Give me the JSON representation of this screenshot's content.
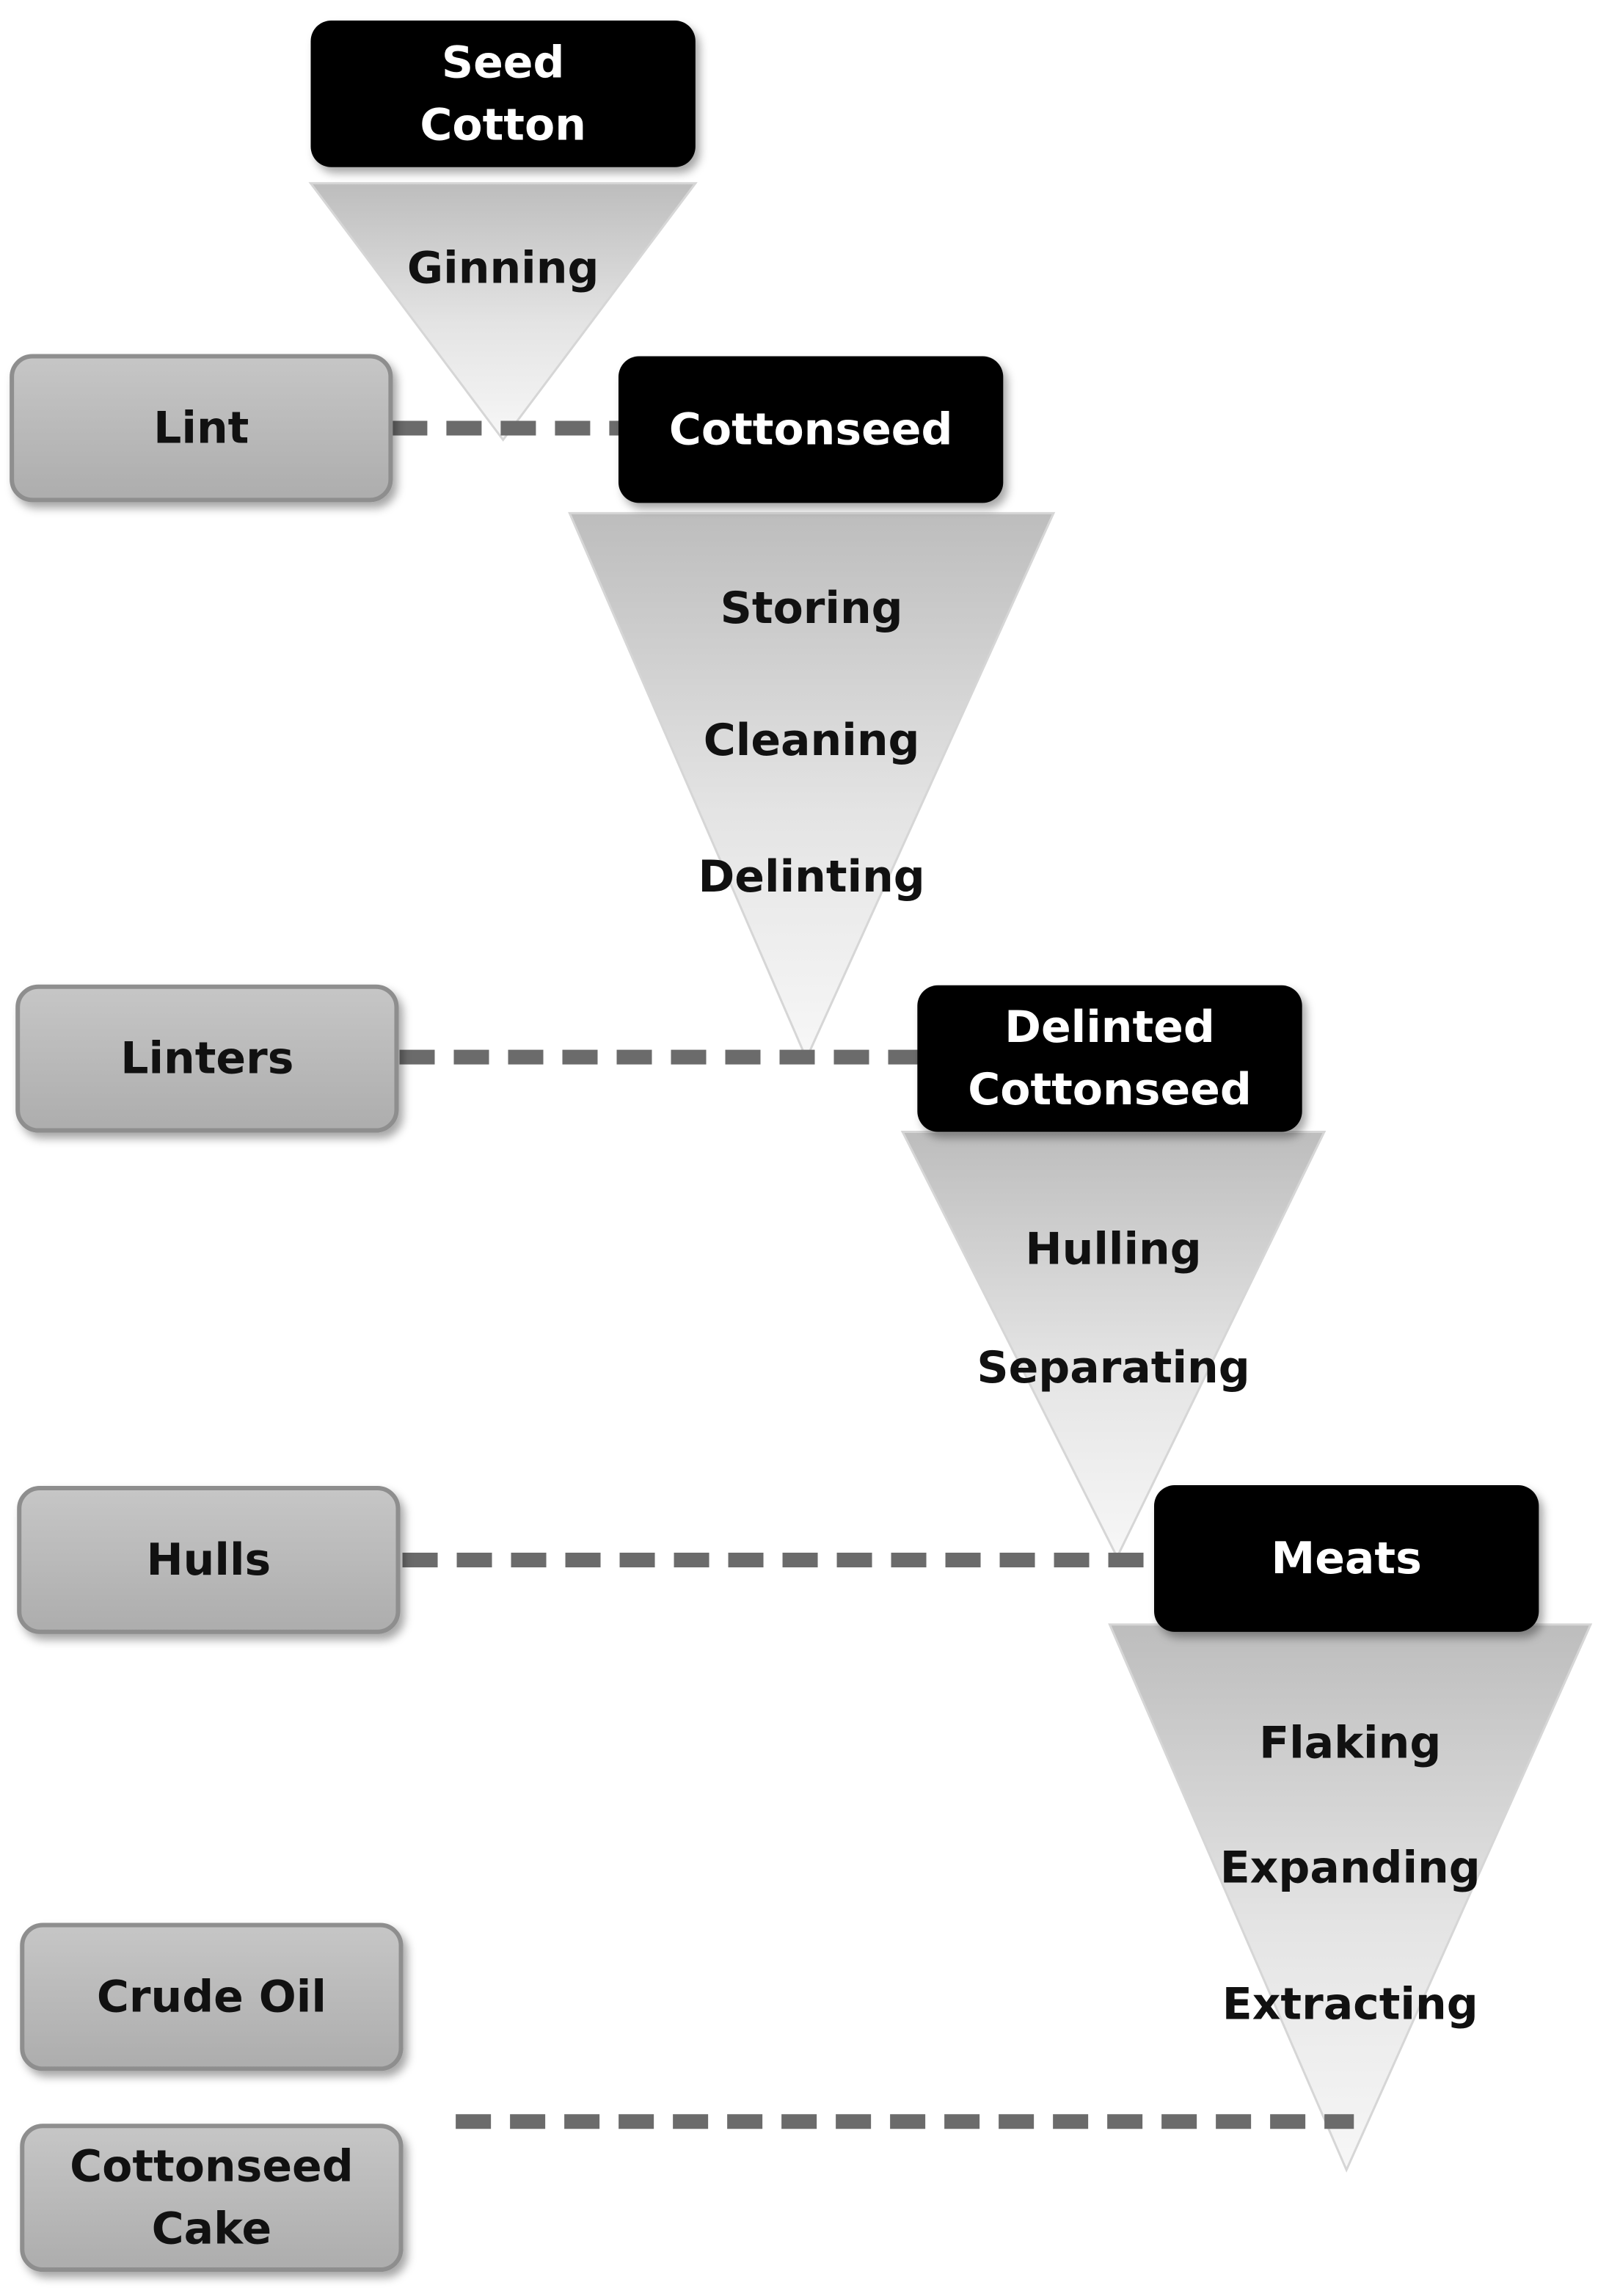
{
  "colors": {
    "product_fill": "#000000",
    "product_text": "#ffffff",
    "byproduct_fill": "#b8b8b8",
    "byproduct_stroke": "#8e8e8e",
    "byproduct_text": "#111111",
    "funnel_light": "#f7f7f7",
    "funnel_dark": "#bdbdbd",
    "connector": "#6b6b6b"
  },
  "products": [
    {
      "id": "seed-cotton",
      "lines": [
        "Seed",
        "Cotton"
      ]
    },
    {
      "id": "cottonseed",
      "lines": [
        "Cottonseed"
      ]
    },
    {
      "id": "delinted-cottonseed",
      "lines": [
        "Delinted",
        "Cottonseed"
      ]
    },
    {
      "id": "meats",
      "lines": [
        "Meats"
      ]
    }
  ],
  "byproducts": [
    {
      "id": "lint",
      "lines": [
        "Lint"
      ]
    },
    {
      "id": "linters",
      "lines": [
        "Linters"
      ]
    },
    {
      "id": "hulls",
      "lines": [
        "Hulls"
      ]
    },
    {
      "id": "crude-oil",
      "lines": [
        "Crude Oil"
      ]
    },
    {
      "id": "cottonseed-cake",
      "lines": [
        "Cottonseed",
        "Cake"
      ]
    }
  ],
  "stages": [
    {
      "id": "ginning-stage",
      "steps": [
        "Ginning"
      ]
    },
    {
      "id": "storing-stage",
      "steps": [
        "Storing",
        "Cleaning",
        "Delinting"
      ]
    },
    {
      "id": "hulling-stage",
      "steps": [
        "Hulling",
        "Separating"
      ]
    },
    {
      "id": "flaking-stage",
      "steps": [
        "Flaking",
        "Expanding",
        "Extracting"
      ]
    }
  ]
}
